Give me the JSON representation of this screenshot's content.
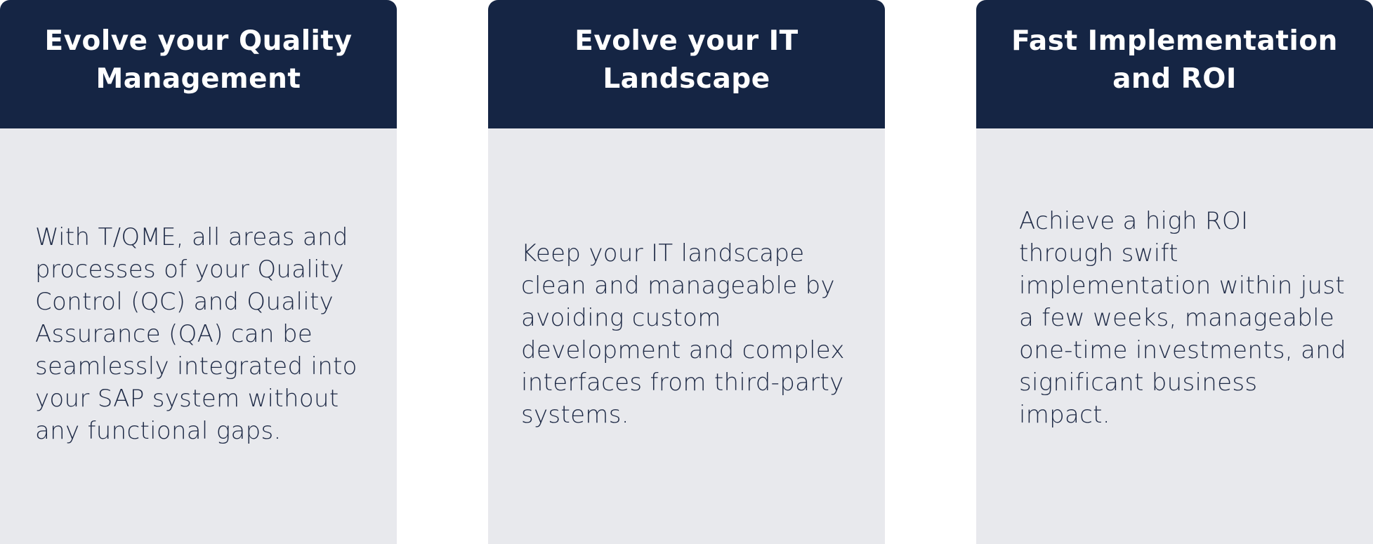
{
  "cards": [
    {
      "title": "Evolve your Quality Management",
      "body": "With T/QME, all areas and processes of your Quality Control (QC) and Quality Assurance (QA) can be seamlessly integrated into your SAP system without any functional gaps."
    },
    {
      "title": "Evolve your IT Landscape",
      "body": "Keep your IT landscape clean and manageable by avoiding custom development and complex interfaces from third-party systems."
    },
    {
      "title": "Fast Implementation and ROI",
      "body": "Achieve a high ROI through swift implementation within just a few weeks, manageable one-time investments, and significant business impact."
    }
  ],
  "colors": {
    "header_background": "#152544",
    "card_background": "#e8e9ed",
    "body_text": "#1e2a46"
  }
}
